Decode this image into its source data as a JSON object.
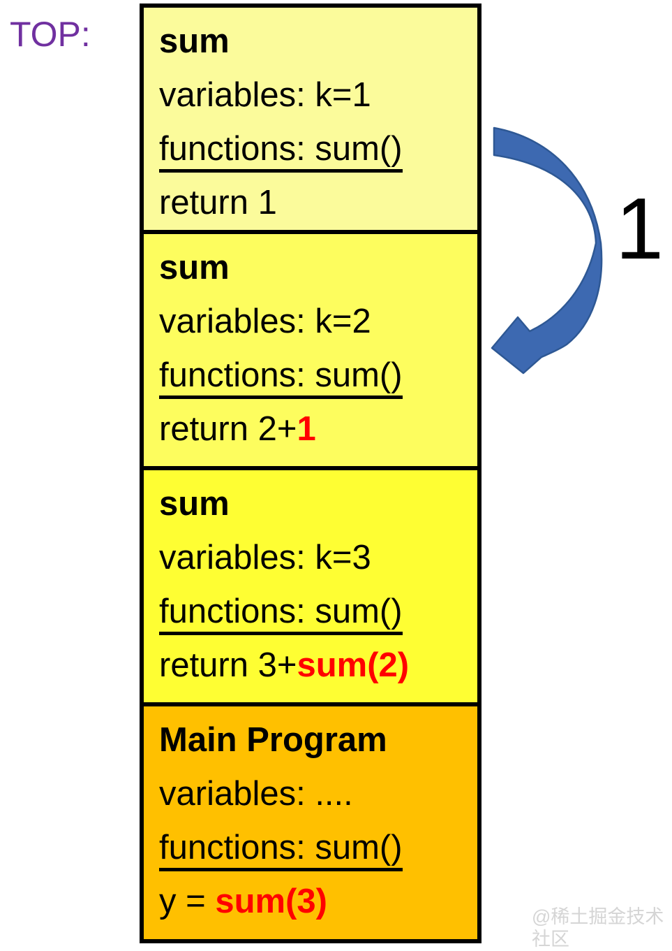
{
  "title_label": "TOP:",
  "colors": {
    "top_label_purple": "#7030A0",
    "frame_border": "#000000",
    "highlight_red": "#FF0000",
    "arrow_fill": "#3D69B1",
    "arrow_stroke": "#2E5894",
    "watermark_gray": "#D5D5D5"
  },
  "stack": {
    "frames": [
      {
        "title": "sum",
        "variables": "variables: k=1",
        "functions": "functions: sum()",
        "return_prefix": "return 1",
        "return_highlight": "",
        "bg": "#FBFB9B"
      },
      {
        "title": "sum",
        "variables": "variables: k=2",
        "functions": "functions: sum()",
        "return_prefix": "return 2+",
        "return_highlight": "1",
        "bg": "#FDFD5E"
      },
      {
        "title": "sum",
        "variables": "variables: k=3",
        "functions": "functions: sum()",
        "return_prefix": "return 3+",
        "return_highlight": "sum(2)",
        "bg": "#FEFE33"
      },
      {
        "title": "Main Program",
        "variables": "variables: ....",
        "functions": "functions: sum()",
        "return_prefix": "y = ",
        "return_highlight": "sum(3)",
        "bg": "#FFC000"
      }
    ]
  },
  "annotation": {
    "return_value": "1"
  },
  "watermark": "@稀土掘金技术社区"
}
